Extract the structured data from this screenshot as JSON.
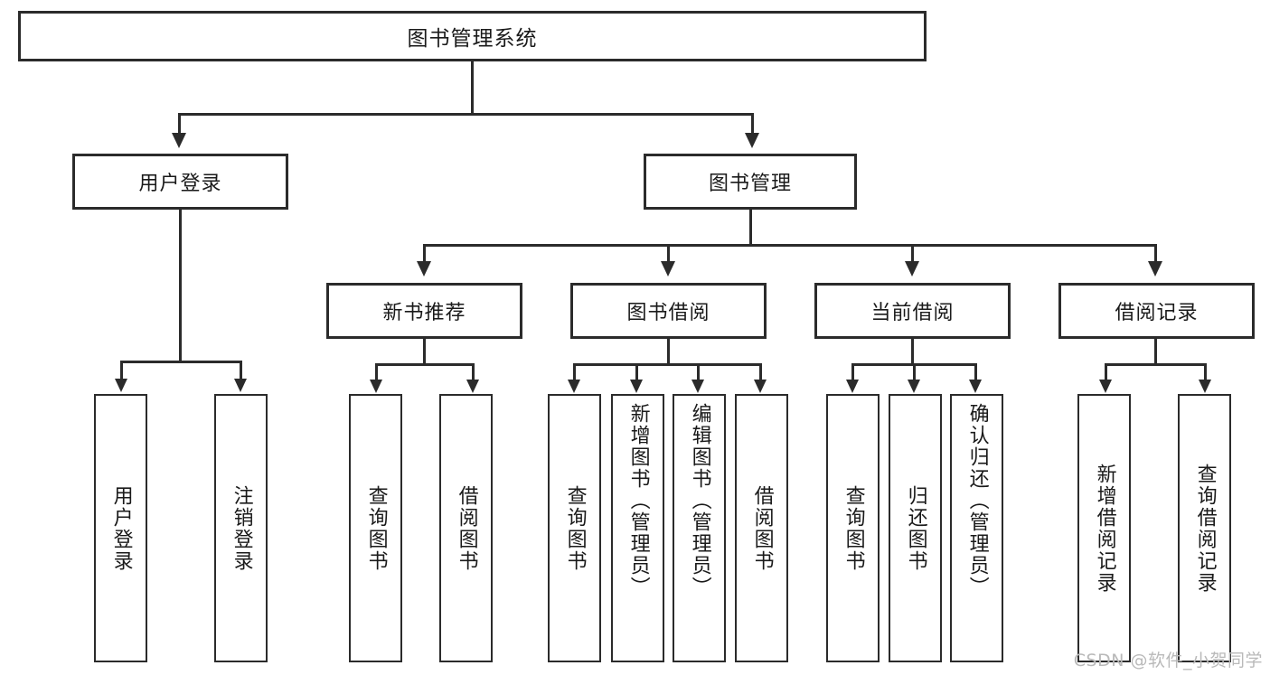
{
  "diagram": {
    "title": "图书管理系统",
    "watermark": "CSDN @软件_小贺同学",
    "colors": {
      "stroke": "#2b2b2b",
      "fill": "#ffffff",
      "text": "#1a1a1a",
      "watermark": "#b9b9b9"
    },
    "root": {
      "label": "图书管理系统"
    },
    "level2": [
      {
        "label": "用户登录"
      },
      {
        "label": "图书管理"
      }
    ],
    "level3": [
      {
        "label": "新书推荐"
      },
      {
        "label": "图书借阅"
      },
      {
        "label": "当前借阅"
      },
      {
        "label": "借阅记录"
      }
    ],
    "leaves": {
      "user_login": [
        {
          "label": "用户登录"
        },
        {
          "label": "注销登录"
        }
      ],
      "new_book": [
        {
          "label": "查询图书"
        },
        {
          "label": "借阅图书"
        }
      ],
      "borrow": [
        {
          "label": "查询图书"
        },
        {
          "label": "新增图书（管理员）"
        },
        {
          "label": "编辑图书（管理员）"
        },
        {
          "label": "借阅图书"
        }
      ],
      "current": [
        {
          "label": "查询图书"
        },
        {
          "label": "归还图书"
        },
        {
          "label": "确认归还（管理员）"
        }
      ],
      "records": [
        {
          "label": "新增借阅记录"
        },
        {
          "label": "查询借阅记录"
        }
      ]
    }
  }
}
